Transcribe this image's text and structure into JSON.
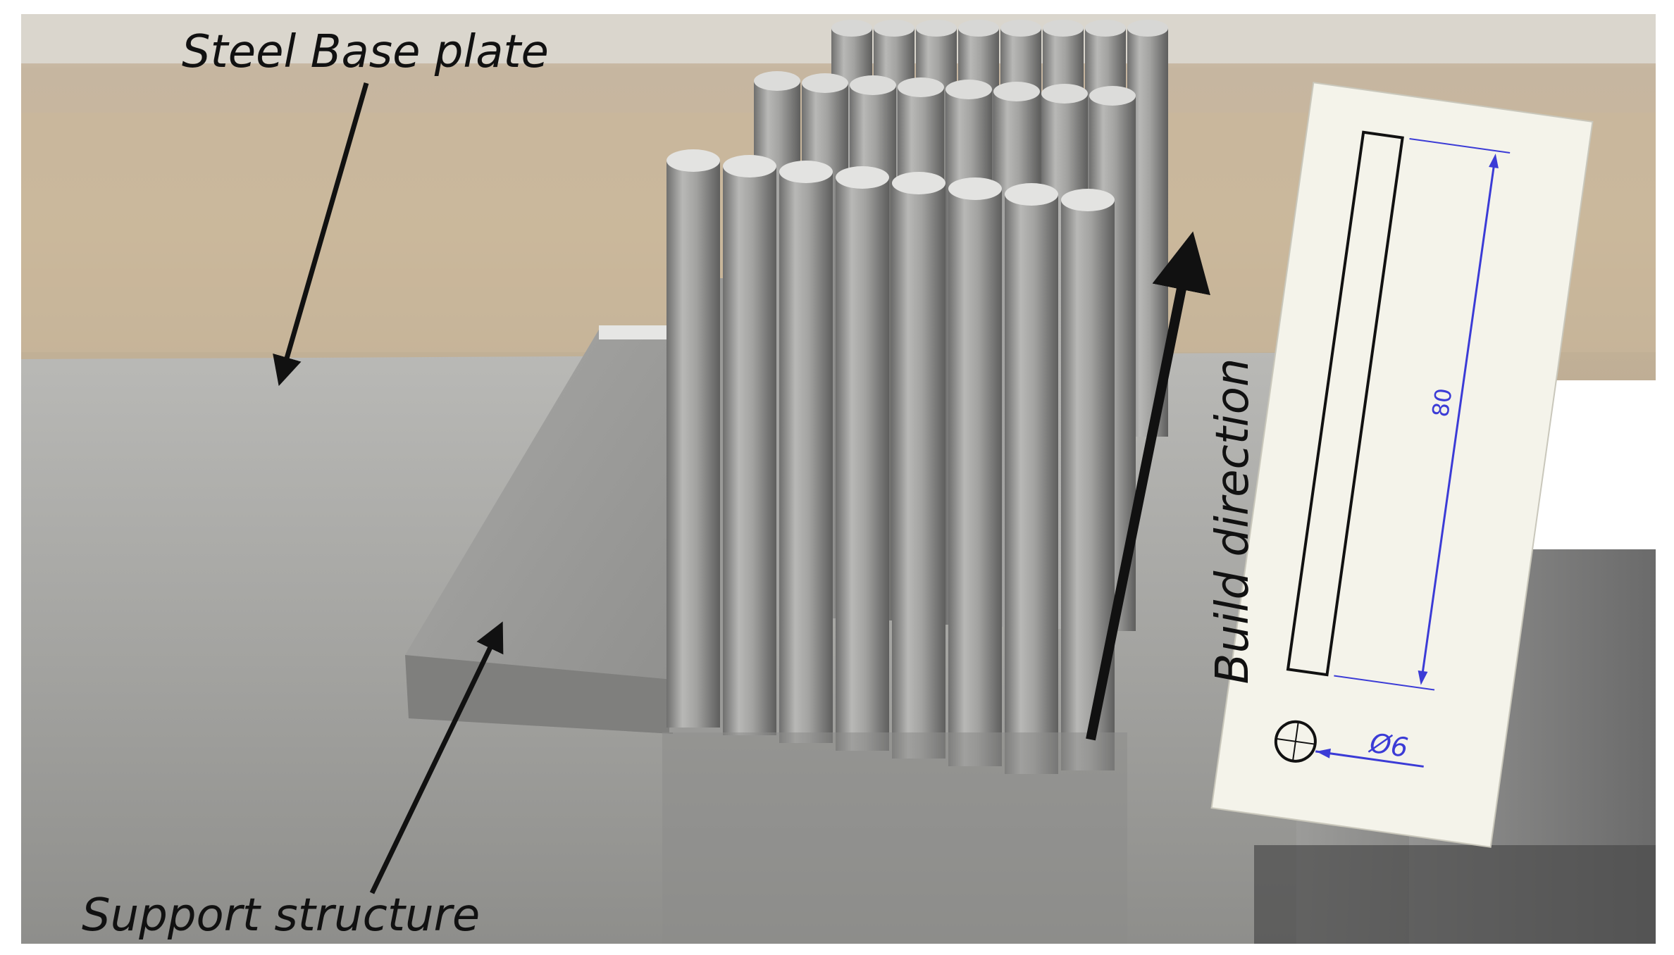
{
  "labels": {
    "steel_base_plate": "Steel Base plate",
    "support_structure": "Support structure",
    "build_direction": "Build direction"
  },
  "drawing": {
    "length_dimension": "80",
    "diameter_dimension": "Ø6"
  },
  "colors": {
    "background_wall": "#c7b9a2",
    "base_plate": "#a9a9a6",
    "part_metal": "#9d9d9b",
    "drawing_paper": "#f4f3ea",
    "dimension_line": "#3b3bd6",
    "annotation": "#111111"
  }
}
